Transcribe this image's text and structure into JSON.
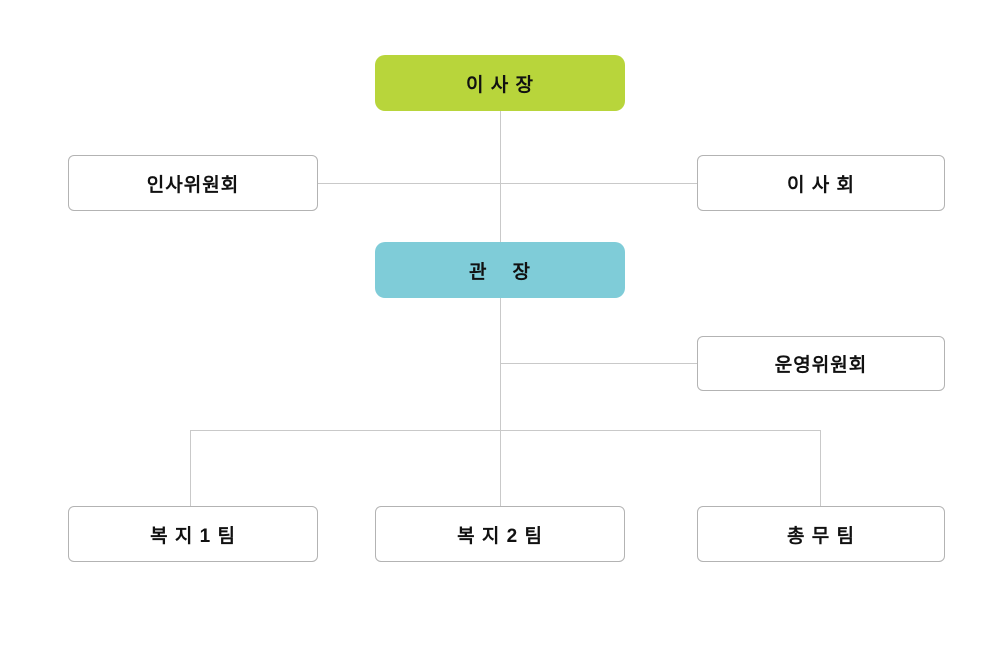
{
  "org_chart": {
    "title": "",
    "nodes": {
      "chairman": {
        "label": "이 사 장",
        "fill": "#b8d53b",
        "text_color": "#111111"
      },
      "personnel_committee": {
        "label": "인사위원회",
        "fill": "#ffffff",
        "text_color": "#111111"
      },
      "board": {
        "label": "이 사 회",
        "fill": "#ffffff",
        "text_color": "#111111"
      },
      "director": {
        "label": "관    장",
        "fill": "#7fccd8",
        "text_color": "#111111"
      },
      "steering_committee": {
        "label": "운영위원회",
        "fill": "#ffffff",
        "text_color": "#111111"
      },
      "welfare_team_1": {
        "label": "복 지 1 팀",
        "fill": "#ffffff",
        "text_color": "#111111"
      },
      "welfare_team_2": {
        "label": "복 지 2 팀",
        "fill": "#ffffff",
        "text_color": "#111111"
      },
      "general_affairs_team": {
        "label": "총 무 팀",
        "fill": "#ffffff",
        "text_color": "#111111"
      }
    },
    "edges": [
      [
        "chairman",
        "director"
      ],
      [
        "chairman",
        "personnel_committee"
      ],
      [
        "chairman",
        "board"
      ],
      [
        "director",
        "steering_committee"
      ],
      [
        "director",
        "welfare_team_1"
      ],
      [
        "director",
        "welfare_team_2"
      ],
      [
        "director",
        "general_affairs_team"
      ]
    ],
    "colors": {
      "accent_green": "#b8d53b",
      "accent_teal": "#7fccd8",
      "node_border": "#b3b3b3",
      "connector_line": "#c9c9c9",
      "background": "#ffffff"
    }
  }
}
